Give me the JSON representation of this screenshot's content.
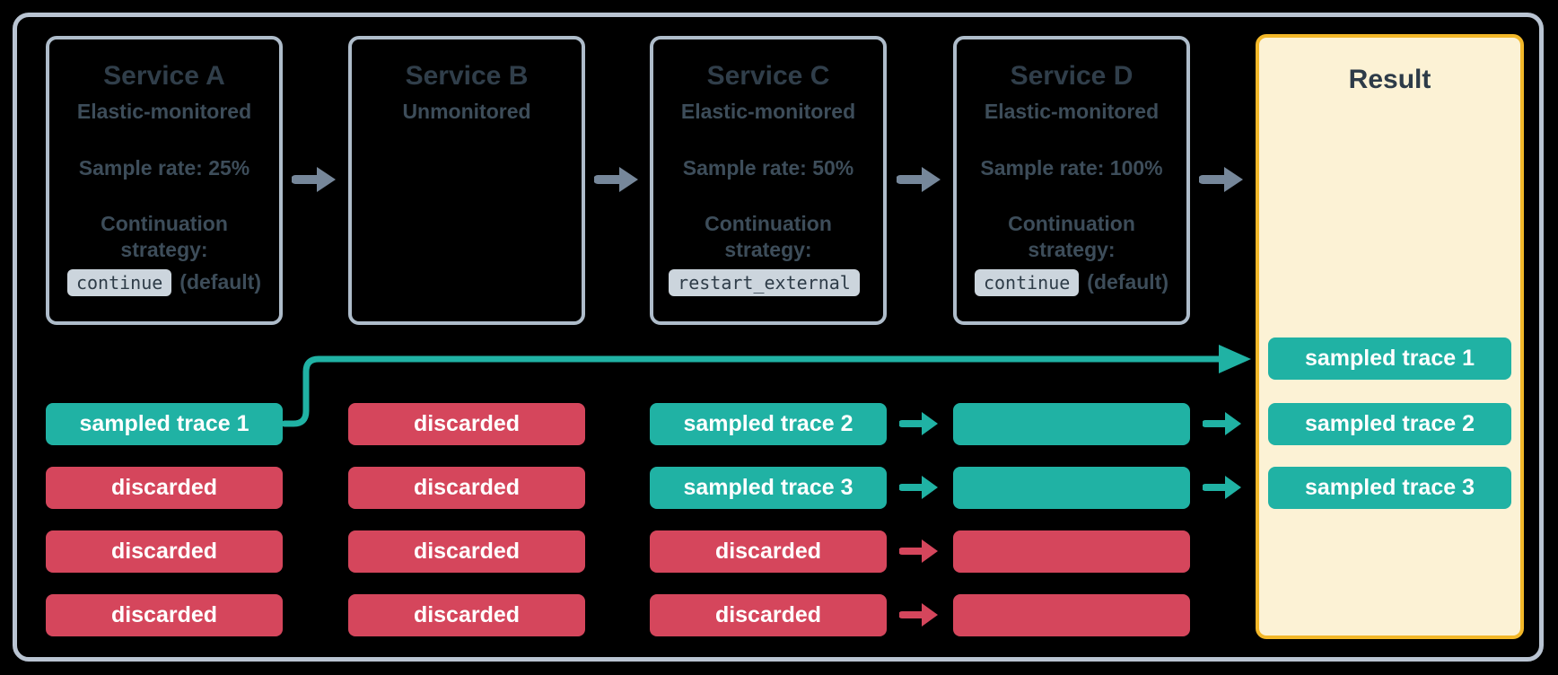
{
  "services": [
    {
      "name": "Service A",
      "monitoring": "Elastic-monitored",
      "sample_rate": "Sample rate: 25%",
      "continuation_label": "Continuation strategy:",
      "strategy_code": "continue",
      "strategy_suffix": "(default)"
    },
    {
      "name": "Service B",
      "monitoring": "Unmonitored"
    },
    {
      "name": "Service C",
      "monitoring": "Elastic-monitored",
      "sample_rate": "Sample rate: 50%",
      "continuation_label": "Continuation strategy:",
      "strategy_code": "restart_external",
      "strategy_suffix": ""
    },
    {
      "name": "Service D",
      "monitoring": "Elastic-monitored",
      "sample_rate": "Sample rate: 100%",
      "continuation_label": "Continuation strategy:",
      "strategy_code": "continue",
      "strategy_suffix": "(default)"
    }
  ],
  "columns": [
    {
      "service": "Service A",
      "traces": [
        {
          "label": "sampled trace 1",
          "status": "sampled"
        },
        {
          "label": "discarded",
          "status": "discarded"
        },
        {
          "label": "discarded",
          "status": "discarded"
        },
        {
          "label": "discarded",
          "status": "discarded"
        }
      ]
    },
    {
      "service": "Service B",
      "traces": [
        {
          "label": "discarded",
          "status": "discarded"
        },
        {
          "label": "discarded",
          "status": "discarded"
        },
        {
          "label": "discarded",
          "status": "discarded"
        },
        {
          "label": "discarded",
          "status": "discarded"
        }
      ]
    },
    {
      "service": "Service C",
      "traces": [
        {
          "label": "sampled trace 2",
          "status": "sampled"
        },
        {
          "label": "sampled trace 3",
          "status": "sampled"
        },
        {
          "label": "discarded",
          "status": "discarded"
        },
        {
          "label": "discarded",
          "status": "discarded"
        }
      ]
    },
    {
      "service": "Service D",
      "traces": [
        {
          "label": "",
          "status": "sampled"
        },
        {
          "label": "",
          "status": "sampled"
        },
        {
          "label": "",
          "status": "discarded"
        },
        {
          "label": "",
          "status": "discarded"
        }
      ]
    }
  ],
  "result": {
    "title": "Result",
    "traces": [
      "sampled trace 1",
      "sampled trace 2",
      "sampled trace 3"
    ]
  },
  "icons": {
    "flow_arrow": "arrow-right",
    "trace_arrow": "arrow-right",
    "continuation_connector": "elbow-line-right"
  },
  "colors": {
    "sampled_teal": "#20b2a4",
    "discarded_red": "#d5465c",
    "result_background": "#fcf2d5",
    "result_border_gold": "#f3b829",
    "card_border": "#aebcca",
    "outer_border": "#b9c4d2",
    "flow_arrow_gray": "#76879a",
    "code_badge_background": "#ccd5dd",
    "heading_text": "#303e4a",
    "body_text": "#3d4d5a"
  }
}
